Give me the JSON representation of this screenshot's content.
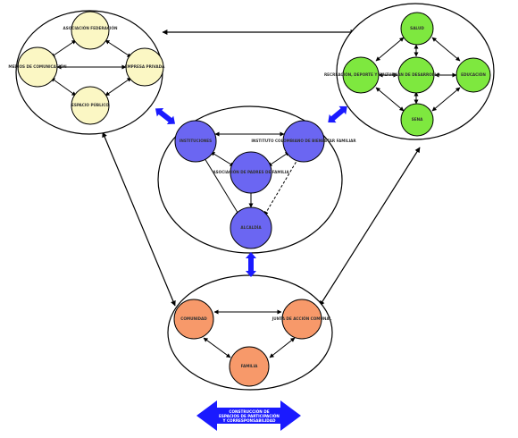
{
  "colors": {
    "yellow": "#fbf7c4",
    "green": "#7ee83f",
    "blue": "#6b66f2",
    "orange": "#f7996a",
    "connector": "#1a1aff"
  },
  "clusters": {
    "top_left": {
      "nodes": {
        "n1": "ASOCIACIÓN FEDERACIÓN",
        "n2": "MEDIOS DE COMUNICACIÓN",
        "n3": "EMPRESA PRIVADA",
        "n4": "ESPACIO PÚBLICO"
      }
    },
    "top_right": {
      "nodes": {
        "n1": "SALUD",
        "n2": "RECREACIÓN, DEPORTE Y CULTURA",
        "n3": "PLAN DE DESARROLLO",
        "n4": "EDUCACIÓN",
        "n5": "SENA"
      }
    },
    "center": {
      "nodes": {
        "n1": "INSTITUCIONES",
        "n2": "INSTITUTO COLOMBIANO DE BIENESTAR FAMILIAR",
        "n3": "ASOCIACIÓN DE PADRES DE FAMILIA",
        "n4": "ALCALDÍA"
      }
    },
    "bottom": {
      "nodes": {
        "n1": "COMUNIDAD",
        "n2": "JUNTA DE ACCIÓN COMUNAL",
        "n3": "FAMILIA"
      }
    }
  },
  "bottom_arrow": {
    "lines": [
      "CONSTRUCCIÓN DE",
      "ESPACIOS DE PARTICIPACIÓN",
      "Y CORRESPONSABILIDAD"
    ]
  }
}
